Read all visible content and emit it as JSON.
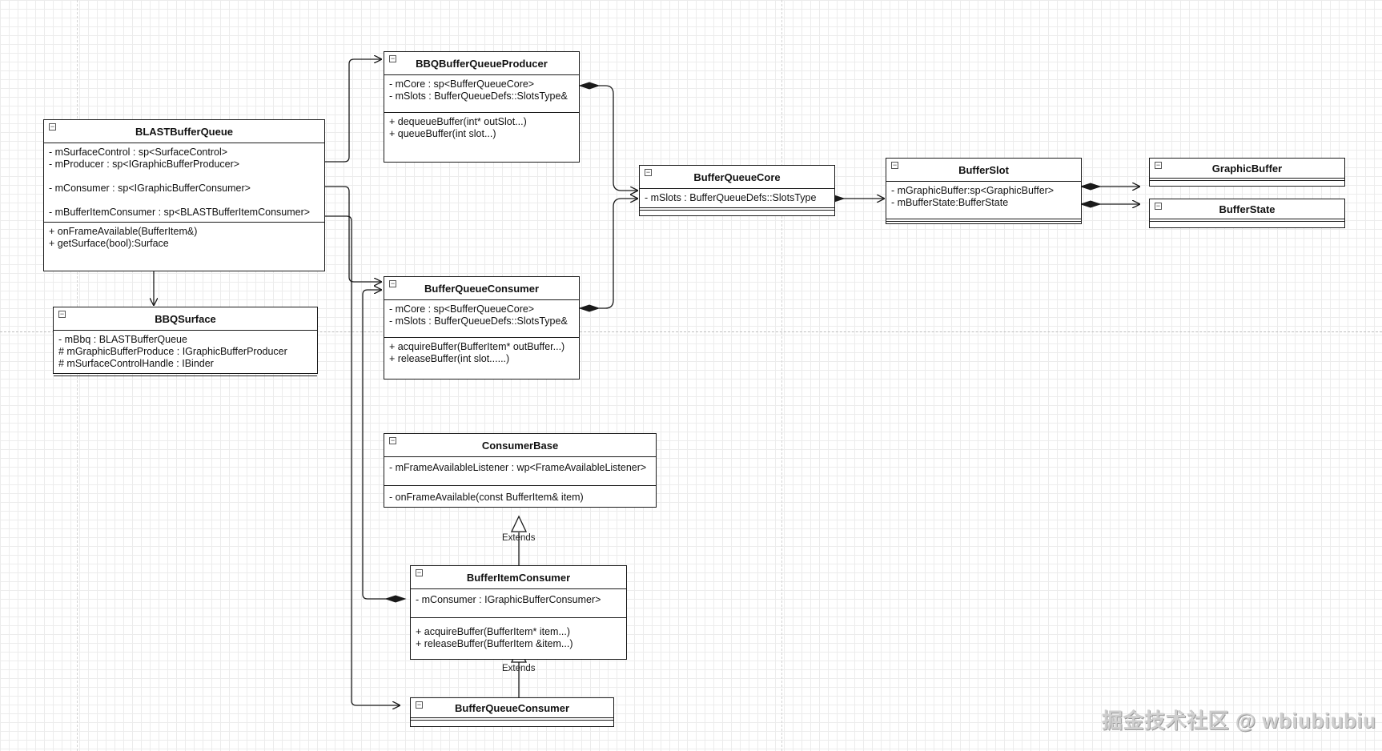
{
  "classes": {
    "blast": {
      "title": "BLASTBufferQueue",
      "attrs": [
        "- mSurfaceControl : sp<SurfaceControl>",
        "- mProducer : sp<IGraphicBufferProducer>",
        "- mConsumer : sp<IGraphicBufferConsumer>",
        "- mBufferItemConsumer : sp<BLASTBufferItemConsumer>"
      ],
      "ops": [
        "+ onFrameAvailable(BufferItem&)",
        "+ getSurface(bool):Surface"
      ]
    },
    "bbqsurface": {
      "title": "BBQSurface",
      "attrs": [
        "- mBbq : BLASTBufferQueue",
        "# mGraphicBufferProduce : IGraphicBufferProducer",
        "# mSurfaceControlHandle : IBinder"
      ]
    },
    "producer": {
      "title": "BBQBufferQueueProducer",
      "attrs": [
        "- mCore : sp<BufferQueueCore>",
        "- mSlots : BufferQueueDefs::SlotsType&"
      ],
      "ops": [
        "+ dequeueBuffer(int* outSlot...)",
        "+ queueBuffer(int slot...)"
      ]
    },
    "consumer": {
      "title": "BufferQueueConsumer",
      "attrs": [
        "- mCore : sp<BufferQueueCore>",
        "- mSlots : BufferQueueDefs::SlotsType&"
      ],
      "ops": [
        "+ acquireBuffer(BufferItem* outBuffer...)",
        "+ releaseBuffer(int slot......)"
      ]
    },
    "core": {
      "title": "BufferQueueCore",
      "attrs": [
        "- mSlots : BufferQueueDefs::SlotsType"
      ]
    },
    "slot": {
      "title": "BufferSlot",
      "attrs": [
        "- mGraphicBuffer:sp<GraphicBuffer>",
        "- mBufferState:BufferState"
      ]
    },
    "graphicbuffer": {
      "title": "GraphicBuffer"
    },
    "bufferstate": {
      "title": "BufferState"
    },
    "consumerbase": {
      "title": "ConsumerBase",
      "attrs": [
        "- mFrameAvailableListener : wp<FrameAvailableListener>"
      ],
      "ops": [
        "- onFrameAvailable(const BufferItem& item)"
      ]
    },
    "itemconsumer": {
      "title": "BufferItemConsumer",
      "attrs": [
        "- mConsumer : IGraphicBufferConsumer>"
      ],
      "ops": [
        "+ acquireBuffer(BufferItem* item...)",
        "+ releaseBuffer(BufferItem &item...)"
      ]
    },
    "queueconsumer2": {
      "title": "BufferQueueConsumer"
    }
  },
  "labels": {
    "extends": "Extends"
  },
  "watermark": "掘金技术社区 @ wbiubiubiu",
  "colors": {
    "line": "#1a1a1a",
    "grid": "#ececec",
    "page_guide": "#bdbdbd"
  }
}
